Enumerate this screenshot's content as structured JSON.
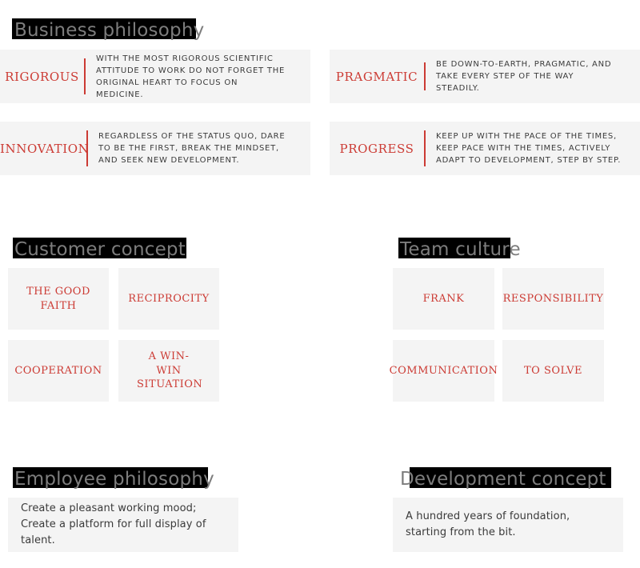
{
  "colors": {
    "accent_red": "#cc3b34",
    "card_bg": "#f4f4f4",
    "heading_text": "#7d7d7d",
    "heading_highlight": "#000000",
    "body_text": "#3a3a3a",
    "page_bg": "#ffffff"
  },
  "sections": {
    "business_philosophy": {
      "heading": "Business philosophy",
      "cards": [
        {
          "term": "RIGOROUS",
          "description": "WITH THE MOST RIGOROUS SCIENTIFIC ATTITUDE TO WORK DO NOT FORGET THE ORIGINAL HEART TO FOCUS ON MEDICINE."
        },
        {
          "term": "PRAGMATIC",
          "description": "BE DOWN-TO-EARTH, PRAGMATIC, AND TAKE EVERY STEP OF THE WAY STEADILY."
        },
        {
          "term": "INNOVATION",
          "description": "REGARDLESS OF THE STATUS QUO, DARE TO BE THE FIRST, BREAK THE MINDSET, AND SEEK NEW DEVELOPMENT."
        },
        {
          "term": "PROGRESS",
          "description": "KEEP UP WITH THE PACE OF THE TIMES, KEEP PACE WITH THE TIMES, ACTIVELY ADAPT TO DEVELOPMENT, STEP BY STEP."
        }
      ]
    },
    "customer_concept": {
      "heading": "Customer concept",
      "tiles": [
        {
          "label": "THE GOOD FAITH"
        },
        {
          "label": "RECIPROCITY"
        },
        {
          "label": "COOPERATION"
        },
        {
          "label": "A WIN-WIN SITUATION"
        }
      ]
    },
    "team_culture": {
      "heading": "Team culture",
      "tiles": [
        {
          "label": "FRANK"
        },
        {
          "label": "RESPONSIBILITY"
        },
        {
          "label": "COMMUNICATION"
        },
        {
          "label": "TO SOLVE"
        }
      ]
    },
    "employee_philosophy": {
      "heading": "Employee philosophy",
      "lines": [
        "Create a pleasant working mood;",
        "Create a platform for full display of talent."
      ]
    },
    "development_concept": {
      "heading": "Development concept",
      "lines": [
        "A hundred years of foundation,",
        "starting from the bit."
      ]
    }
  }
}
